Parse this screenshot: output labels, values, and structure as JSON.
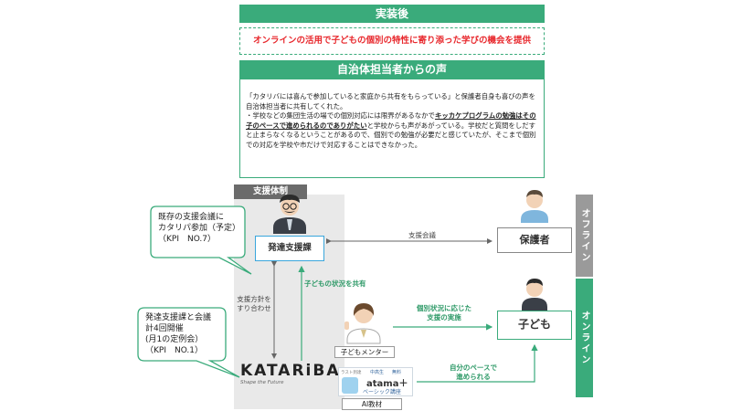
{
  "implementation": {
    "title": "実装後",
    "summary": "オンラインの活用で子どもの個別の特性に寄り添った学びの機会を提供"
  },
  "voice": {
    "title": "自治体担当者からの声",
    "line1": "「カタリバには喜んで参加していると家庭から共有をもらっている」と保護者自身も喜びの声を自治体担当者に共有してくれた。",
    "line2_pre": "・学校などの集団生活の場での個別対応には限界があるなかで",
    "line2_highlight": "キッカケプログラムの勉強はその子のペースで進められるのでありがたい",
    "line2_post": "と学校からも声があがっている。学校だと質問をしだすと止まらなくなるということがあるので、個別での勉強が必要だと感じていたが、そこまで個別での対応を学校や市だけで対応することはできなかった。"
  },
  "diagram": {
    "support_title": "支援体制",
    "dev_support": "発達支援課",
    "guardian": "保護者",
    "child": "子ども",
    "offline": "オフライン",
    "online": "オンライン",
    "support_meeting": "支援会議",
    "share_status": "子どもの状況を共有",
    "policy_line1": "支援方針を",
    "policy_line2": "すり合わせ",
    "individual_line1": "個別状況に応じた",
    "individual_line2": "支援の実施",
    "own_pace_line1": "自分のペースで",
    "own_pace_line2": "進められる",
    "mentor": "子どもメンター",
    "ai_material": "AI教材",
    "katariba": "KATARiBA",
    "katariba_tagline": "Shape the Future",
    "atama_top_left": "中高生",
    "atama_top_right": "無料",
    "atama_name": "atama＋",
    "atama_sub": "ベーシック講座",
    "atama_tag": "ラスト到達"
  },
  "bubbles": {
    "top_line1": "既存の支援会議に",
    "top_line2": "カタリパ参加（予定）",
    "top_line3": "（KPI　NO.7）",
    "bottom_line1": "発達支援課と会議",
    "bottom_line2": "計4回開催",
    "bottom_line3": "(月1の定例会）",
    "bottom_line4": "（KPI　NO.1）"
  },
  "colors": {
    "accent_green": "#3aab7b",
    "alert_red": "#e8282d",
    "box_blue": "#3aa6dc",
    "offline_gray": "#9a9a9a"
  }
}
